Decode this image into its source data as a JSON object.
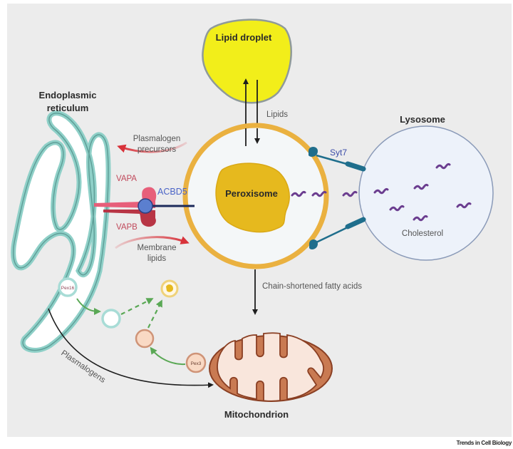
{
  "diagram": {
    "organelles": {
      "er": {
        "label_line1": "Endoplasmic",
        "label_line2": "reticulum"
      },
      "lipid_droplet": {
        "label": "Lipid droplet"
      },
      "peroxisome": {
        "label": "Peroxisome"
      },
      "lysosome": {
        "label": "Lysosome"
      },
      "mitochondrion": {
        "label": "Mitochondrion"
      }
    },
    "proteins": {
      "vapa": "VAPA",
      "vapb": "VAPB",
      "acbd5": "ACBD5",
      "syt7": "Syt7",
      "pex16": "Pex16",
      "pex3": "Pex3"
    },
    "flows": {
      "lipids": "Lipids",
      "plasmalogen_precursors_line1": "Plasmalogen",
      "plasmalogen_precursors_line2": "precursors",
      "membrane_lipids_line1": "Membrane",
      "membrane_lipids_line2": "lipids",
      "chain_shortened": "Chain-shortened fatty acids",
      "plasmalogens": "Plasmalogens",
      "cholesterol": "Cholesterol"
    },
    "colors": {
      "background": "#ececec",
      "er_membrane": "#8fd0c8",
      "lipid_droplet_fill": "#f2ee1a",
      "peroxisome_ring": "#eab140",
      "peroxisome_core": "#e6b91e",
      "lysosome_fill": "#edf2fa",
      "mitochondrion": "#c97a52",
      "red_arrow": "#d8323a",
      "green_arrow": "#5aa855",
      "syt7": "#1f6e8c",
      "acbd5": "#5b7fcf",
      "cholesterol": "#6b3d8f"
    }
  },
  "footer": {
    "credit": "Trends in Cell Biology"
  }
}
